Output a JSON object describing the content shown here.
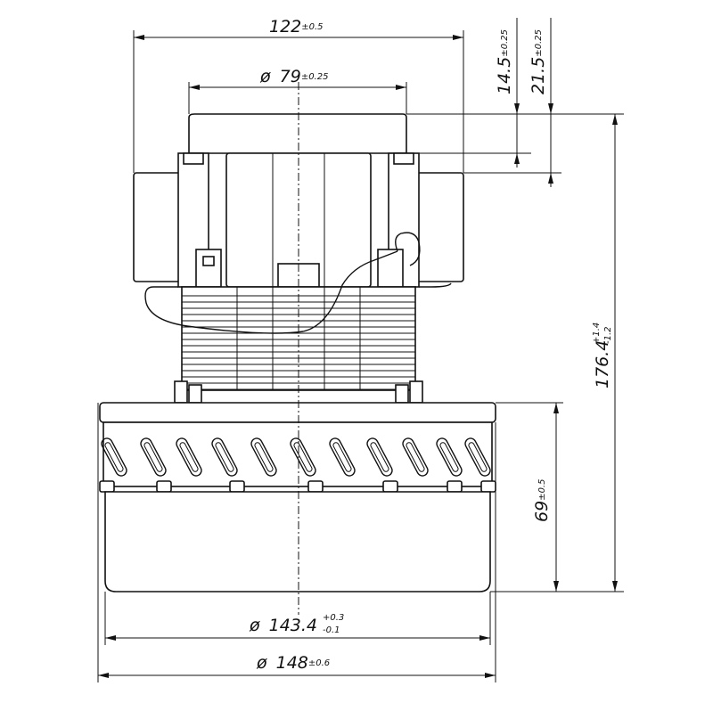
{
  "dimensions": {
    "overall_width": {
      "diameter_symbol": "",
      "value": "122",
      "tolerance": "±0.5"
    },
    "top_diameter": {
      "diameter_symbol": "ø",
      "value": "79",
      "tolerance": "±0.25"
    },
    "offset_1": {
      "value": "14.5",
      "tolerance": "±0.25"
    },
    "offset_2": {
      "value": "21.5",
      "tolerance": "±0.25"
    },
    "total_height": {
      "value": "176.4",
      "tol_upper": "+1.4",
      "tol_lower": "-1.2"
    },
    "fan_height": {
      "value": "69",
      "tolerance": "±0.5"
    },
    "fan_diameter": {
      "diameter_symbol": "ø",
      "value": "143.4",
      "tol_upper": "+0.3",
      "tol_lower": "-0.1"
    },
    "base_diameter": {
      "diameter_symbol": "ø",
      "value": "148",
      "tolerance": "±0.6"
    }
  }
}
